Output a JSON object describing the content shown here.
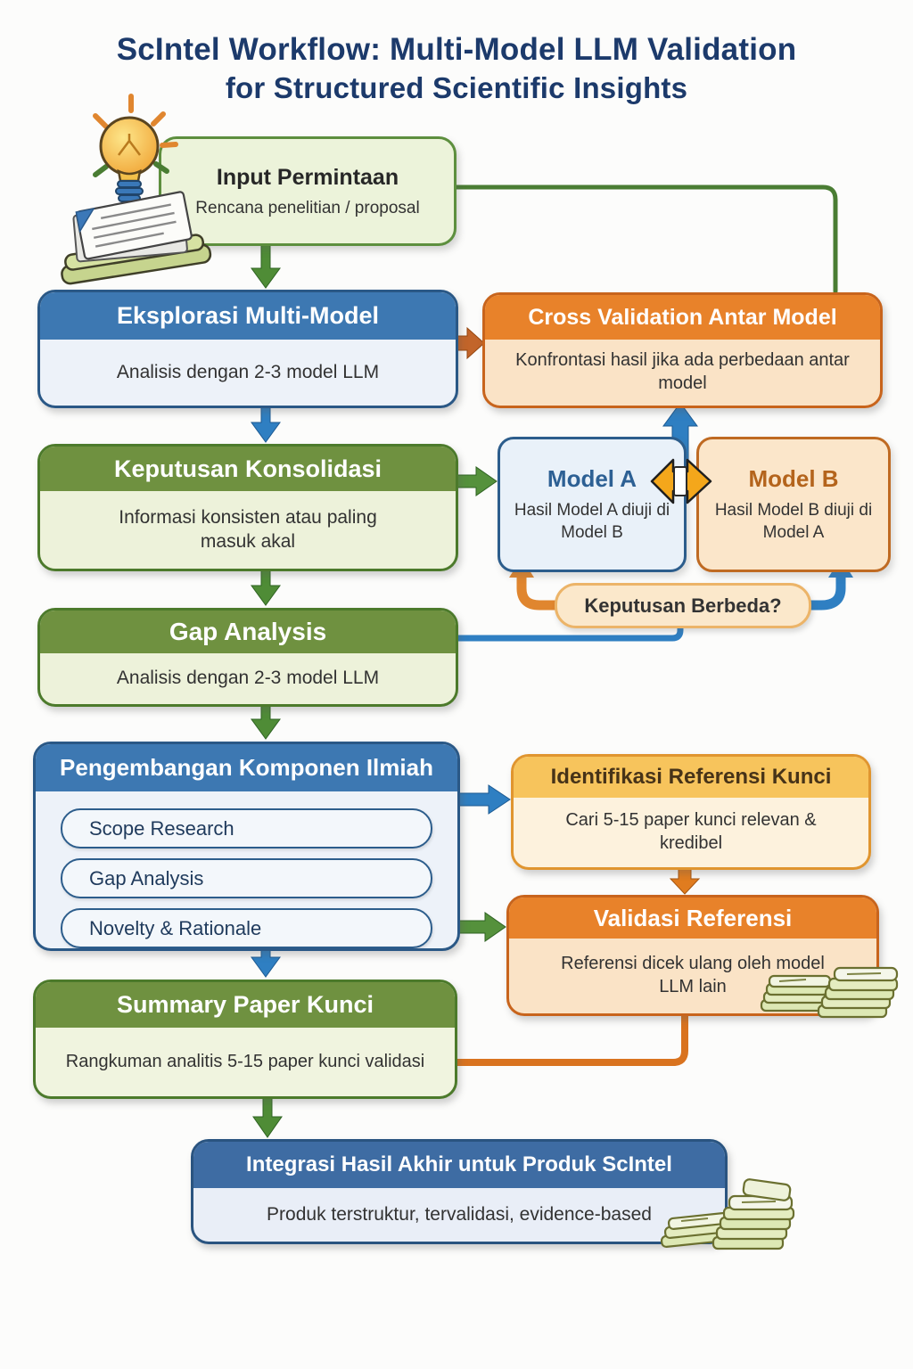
{
  "title": {
    "line1": "ScIntel Workflow: Multi-Model LLM Validation",
    "line2": "for Structured Scientific Insights"
  },
  "nodes": {
    "input": {
      "title": "Input Permintaan",
      "subtitle": "Rencana penelitian / proposal"
    },
    "eksplorasi": {
      "title": "Eksplorasi Multi-Model",
      "body": "Analisis dengan 2-3 model LLM"
    },
    "cross_validation": {
      "title": "Cross Validation Antar Model",
      "body": "Konfrontasi hasil jika ada perbedaan antar model"
    },
    "keputusan_konsolidasi": {
      "title": "Keputusan Konsolidasi",
      "body": "Informasi konsisten atau paling masuk akal"
    },
    "model_a": {
      "title": "Model A",
      "body": "Hasil Model A diuji di Model B"
    },
    "model_b": {
      "title": "Model B",
      "body": "Hasil Model B diuji di Model A"
    },
    "keputusan_berbeda": {
      "label": "Keputusan Berbeda?"
    },
    "gap_analysis": {
      "title": "Gap Analysis",
      "body": "Analisis dengan 2-3 model LLM"
    },
    "pengembangan": {
      "title": "Pengembangan Komponen Ilmiah",
      "items": [
        "Scope Research",
        "Gap Analysis",
        "Novelty & Rationale"
      ]
    },
    "identifikasi": {
      "title": "Identifikasi Referensi Kunci",
      "body": "Cari 5-15 paper kunci relevan & kredibel"
    },
    "validasi": {
      "title": "Validasi Referensi",
      "body": "Referensi dicek ulang oleh model LLM lain"
    },
    "summary": {
      "title": "Summary Paper Kunci",
      "body": "Rangkuman analitis 5-15 paper kunci validasi"
    },
    "integrasi": {
      "title": "Integrasi Hasil Akhir untuk Produk ScIntel",
      "body": "Produk terstruktur, tervalidasi, evidence-based"
    }
  },
  "icons": {
    "idea": "lightbulb-icon",
    "input_documents": "document-stack-icon",
    "exchange": "double-arrow-diamond-icon",
    "validated_papers": "banknote-stack-icon",
    "final_papers": "paper-stack-icon"
  },
  "colors": {
    "title_navy": "#1c3a6b",
    "blue_header": "#3d78b2",
    "green_header": "#6f9140",
    "orange_header": "#e8822a",
    "gold_header": "#f7c45c",
    "green_arrow": "#55913c",
    "blue_arrow": "#2f7fc2",
    "orange_arrow": "#d9731f",
    "diamond_gold": "#f4a71b"
  }
}
